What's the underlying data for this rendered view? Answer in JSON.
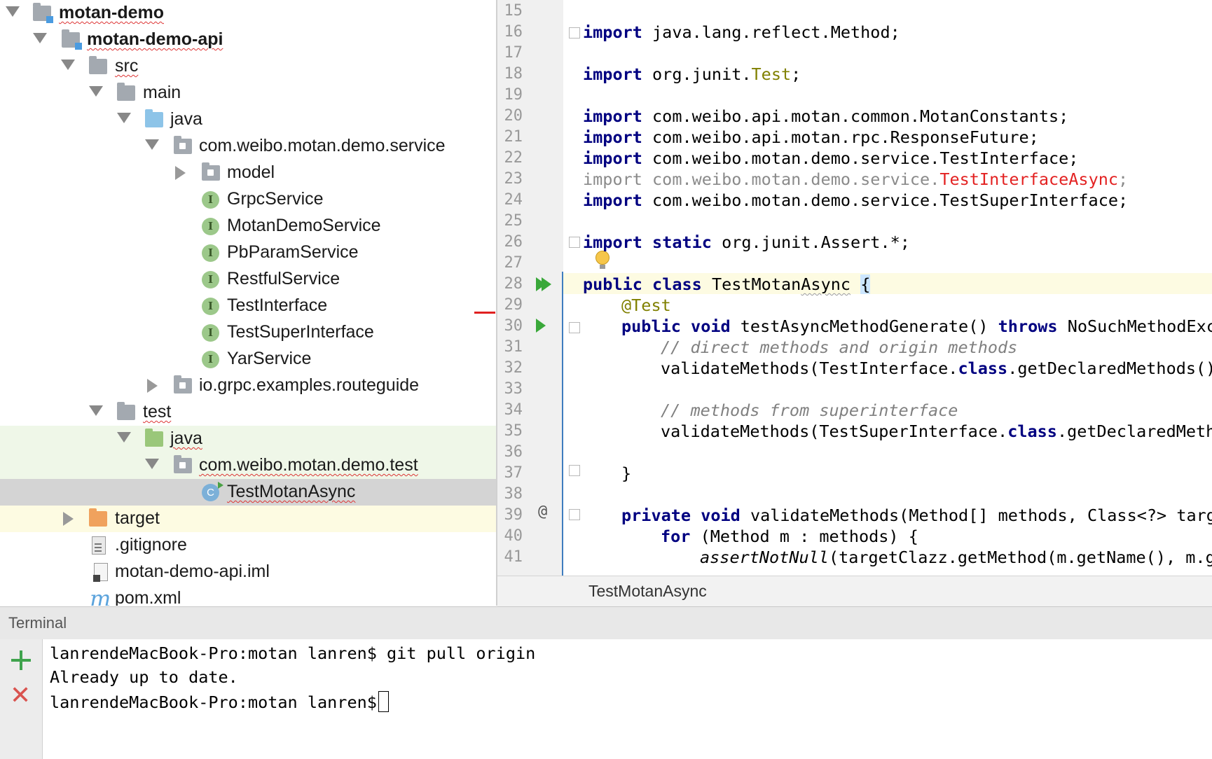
{
  "project_tree": {
    "items": [
      {
        "label": "motan-demo"
      },
      {
        "label": "motan-demo-api"
      },
      {
        "label": "src"
      },
      {
        "label": "main"
      },
      {
        "label": "java"
      },
      {
        "label": "com.weibo.motan.demo.service"
      },
      {
        "label": "model"
      },
      {
        "label": "GrpcService"
      },
      {
        "label": "MotanDemoService"
      },
      {
        "label": "PbParamService"
      },
      {
        "label": "RestfulService"
      },
      {
        "label": "TestInterface"
      },
      {
        "label": "TestSuperInterface"
      },
      {
        "label": "YarService"
      },
      {
        "label": "io.grpc.examples.routeguide"
      },
      {
        "label": "test"
      },
      {
        "label": "java"
      },
      {
        "label": "com.weibo.motan.demo.test"
      },
      {
        "label": "TestMotanAsync"
      },
      {
        "label": "target"
      },
      {
        "label": ".gitignore"
      },
      {
        "label": "motan-demo-api.iml"
      },
      {
        "label": "pom.xml"
      }
    ],
    "icon_letters": {
      "interface": "I",
      "class": "C",
      "maven": "m"
    }
  },
  "editor": {
    "line_numbers": [
      "15",
      "16",
      "17",
      "18",
      "19",
      "20",
      "21",
      "22",
      "23",
      "24",
      "25",
      "26",
      "27",
      "28",
      "29",
      "30",
      "31",
      "32",
      "33",
      "34",
      "35",
      "36",
      "37",
      "38",
      "39",
      "40",
      "41"
    ],
    "tokens": {
      "import": "import",
      "static": "static",
      "public": "public",
      "class": "class",
      "void": "void",
      "throws": "throws",
      "private": "private",
      "for": "for",
      "class_kw": "class",
      "l16": " java.lang.reflect.Method;",
      "l18a": " org.junit.",
      "l18b": "Test",
      "l18c": ";",
      "l20": " com.weibo.api.motan.common.MotanConstants;",
      "l21": " com.weibo.api.motan.rpc.ResponseFuture;",
      "l22": " com.weibo.motan.demo.service.TestInterface;",
      "l23a": " com.weibo.motan.demo.service.",
      "l23b": "TestInterfaceAsync",
      "l23c": ";",
      "l24": " com.weibo.motan.demo.service.TestSuperInterface;",
      "l26": " org.junit.Assert.*;",
      "l28a": " TestMotan",
      "l28b": "Async",
      "l28c": "{",
      "l29": "@Test",
      "l30a": " testAsyncMethodGenerate() ",
      "l30b": " NoSuchMethodExc",
      "l31": "// direct methods and origin methods",
      "l32a": "validateMethods(TestInterface.",
      "l32b": ".getDeclaredMethods()",
      "l34": "// methods from superinterface",
      "l35a": "validateMethods(TestSuperInterface.",
      "l35b": ".getDeclaredMeth",
      "l37": "}",
      "l39a": " validateMethods(Method[] methods, Class<?> targ",
      "l40a": " (Method m : methods) {",
      "l41a": "assertNotNull",
      "l41b": "(targetClazz.getMethod(m.getName(), m.g",
      "space": " "
    },
    "at_marker": "@",
    "breadcrumb": "TestMotanAsync"
  },
  "terminal": {
    "title": "Terminal",
    "lines": [
      "lanrendeMacBook-Pro:motan lanren$ git pull origin",
      "Already up to date.",
      "lanrendeMacBook-Pro:motan lanren$"
    ],
    "close_glyph": "✕"
  }
}
